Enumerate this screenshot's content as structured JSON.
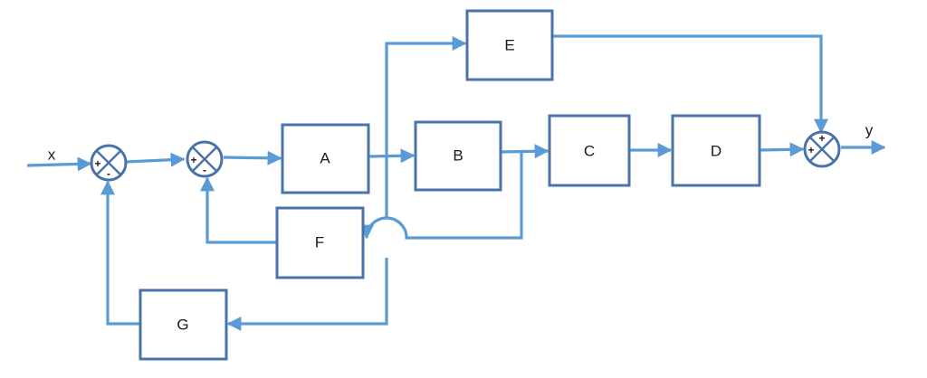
{
  "signals": {
    "input": "x",
    "output": "y"
  },
  "blocks": {
    "A": {
      "label": "A"
    },
    "B": {
      "label": "B"
    },
    "C": {
      "label": "C"
    },
    "D": {
      "label": "D"
    },
    "E": {
      "label": "E"
    },
    "F": {
      "label": "F"
    },
    "G": {
      "label": "G"
    }
  },
  "summing_junctions": {
    "s1": {
      "signs": [
        "+",
        "-"
      ]
    },
    "s2": {
      "signs": [
        "+",
        "-"
      ]
    },
    "s3": {
      "signs": [
        "+",
        "+"
      ]
    }
  },
  "colors": {
    "wire": "#5b9bd5",
    "block_border": "#4a74a8"
  }
}
